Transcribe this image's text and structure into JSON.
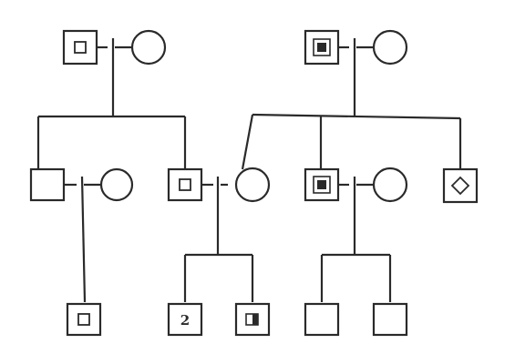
{
  "pedigree": {
    "individuals": [
      {
        "id": "I-1",
        "sex": "male",
        "marking": "inner-square"
      },
      {
        "id": "I-2",
        "sex": "female",
        "marking": "none"
      },
      {
        "id": "I-3",
        "sex": "male",
        "marking": "inner-square-filled"
      },
      {
        "id": "I-4",
        "sex": "female",
        "marking": "none"
      },
      {
        "id": "II-1",
        "sex": "male",
        "marking": "none"
      },
      {
        "id": "II-2",
        "sex": "female",
        "marking": "none"
      },
      {
        "id": "II-3",
        "sex": "male",
        "marking": "inner-square"
      },
      {
        "id": "II-4",
        "sex": "female",
        "marking": "none"
      },
      {
        "id": "II-5",
        "sex": "male",
        "marking": "inner-square-filled"
      },
      {
        "id": "II-6",
        "sex": "female",
        "marking": "none"
      },
      {
        "id": "II-7",
        "sex": "male",
        "marking": "inner-diamond"
      },
      {
        "id": "III-1",
        "sex": "male",
        "marking": "inner-square"
      },
      {
        "id": "III-2",
        "sex": "male",
        "marking": "count",
        "count_label": "2"
      },
      {
        "id": "III-3",
        "sex": "male",
        "marking": "half-filled"
      },
      {
        "id": "III-4",
        "sex": "male",
        "marking": "none"
      },
      {
        "id": "III-5",
        "sex": "male",
        "marking": "none"
      }
    ]
  }
}
